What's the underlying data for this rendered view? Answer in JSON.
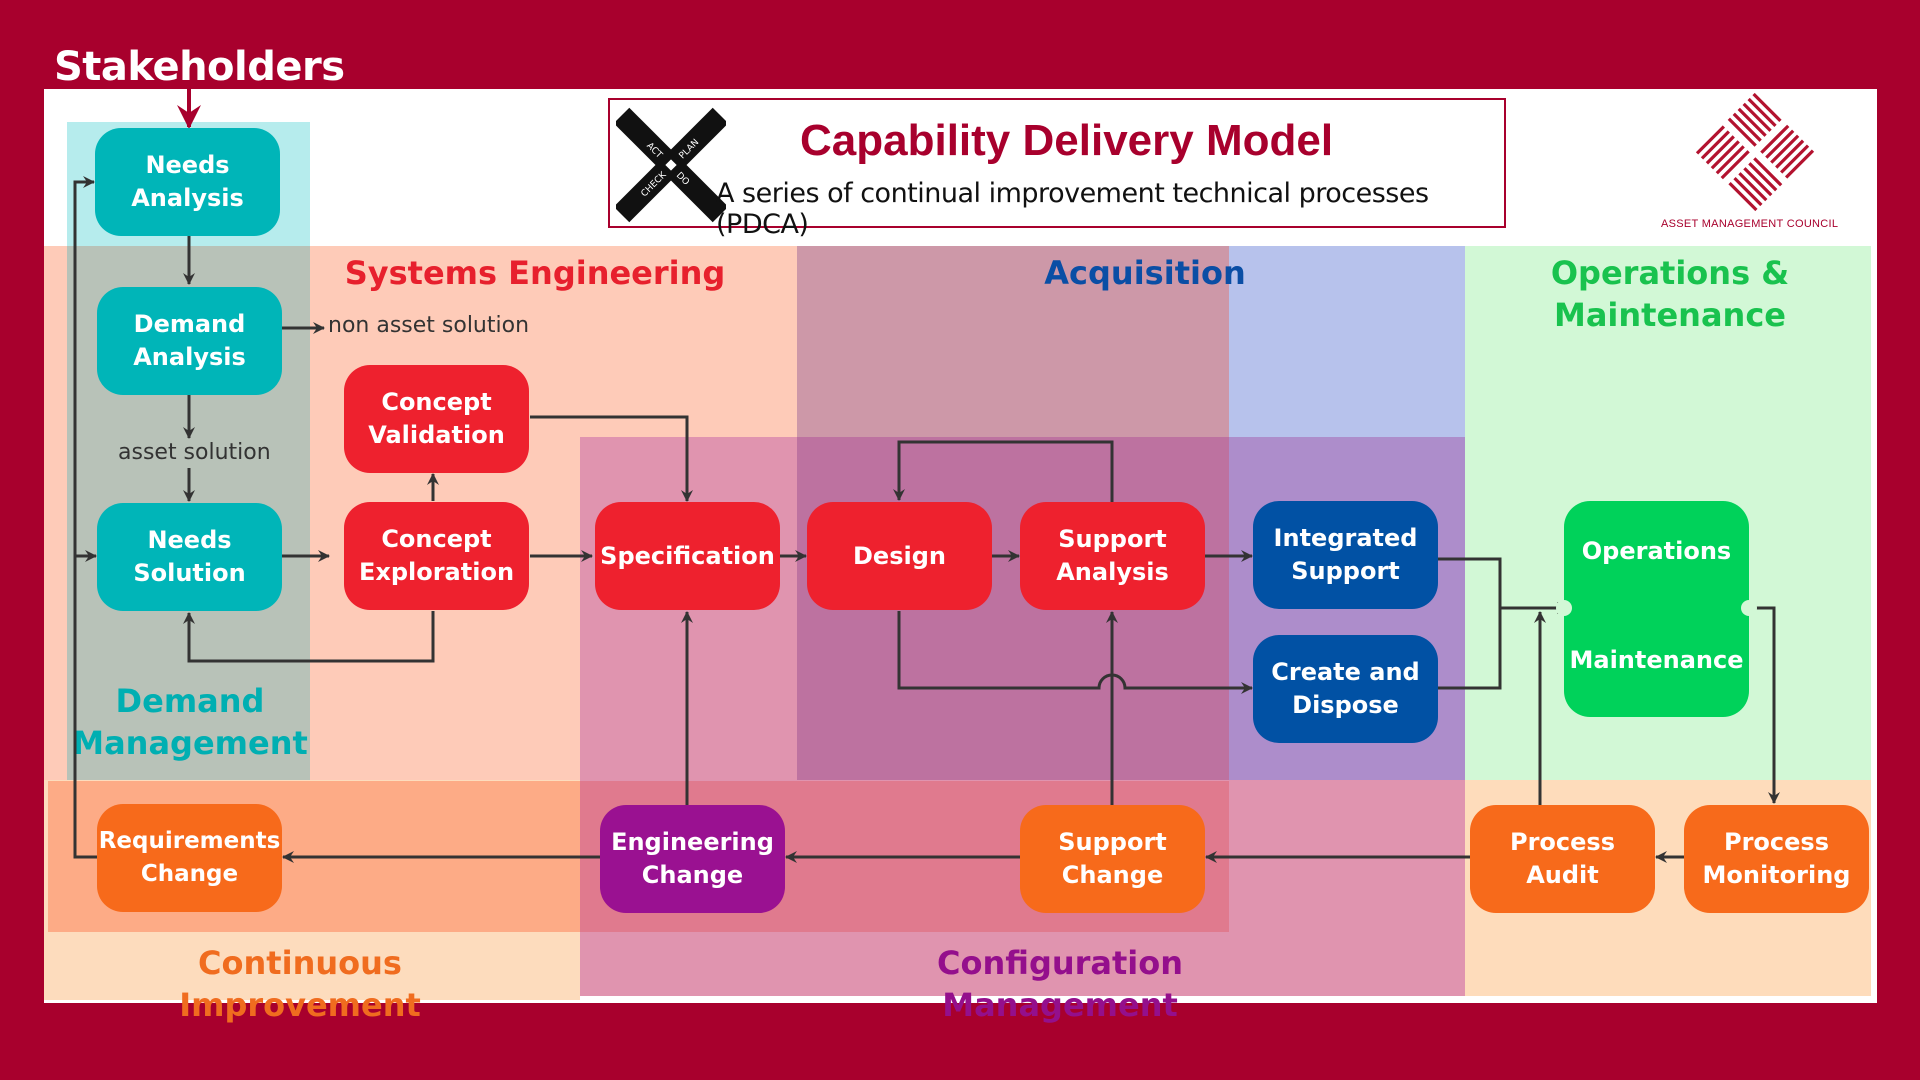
{
  "header": {
    "stakeholders_label": "Stakeholders",
    "title": "Capability Delivery Model",
    "subtitle": "A series of continual improvement technical processes (PDCA)",
    "pdca_icon_labels": [
      "ACT",
      "PLAN",
      "CHECK",
      "DO"
    ],
    "logo_text": "ASSET MANAGEMENT COUNCIL"
  },
  "colors": {
    "brand": "#a8002d",
    "demand_management": "#00b5b8",
    "systems_engineering": "#ee212e",
    "acquisition": "#0151a4",
    "operations_maintenance": "#00d25a",
    "continuous_improvement": "#f76a1b",
    "configuration_management": "#9a1191"
  },
  "regions": {
    "demand_management": "Demand\nManagement",
    "systems_engineering": "Systems Engineering",
    "acquisition": "Acquisition",
    "operations_maintenance": "Operations &\nMaintenance",
    "continuous_improvement": "Continuous Improvement",
    "configuration_management": "Configuration Management"
  },
  "nodes": {
    "needs_analysis": "Needs\nAnalysis",
    "demand_analysis": "Demand\nAnalysis",
    "needs_solution": "Needs\nSolution",
    "concept_validation": "Concept\nValidation",
    "concept_exploration": "Concept\nExploration",
    "specification": "Specification",
    "design": "Design",
    "support_analysis": "Support\nAnalysis",
    "integrated_support": "Integrated\nSupport",
    "create_and_dispose": "Create and\nDispose",
    "operations": "Operations",
    "maintenance": "Maintenance",
    "requirements_change": "Requirements\nChange",
    "engineering_change": "Engineering\nChange",
    "support_change": "Support\nChange",
    "process_audit": "Process\nAudit",
    "process_monitoring": "Process\nMonitoring"
  },
  "notes": {
    "non_asset_solution": "non asset solution",
    "asset_solution": "asset solution"
  }
}
